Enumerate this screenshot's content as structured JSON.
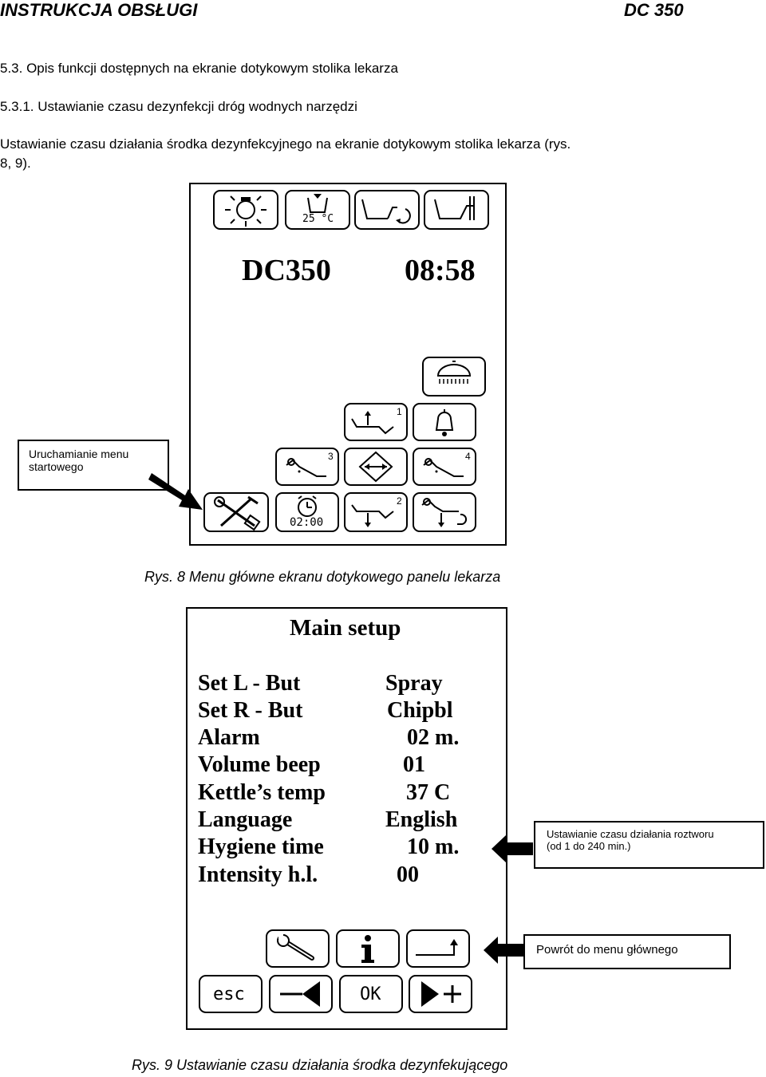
{
  "header": {
    "title": "INSTRUKCJA OBSŁUGI",
    "model": "DC 350"
  },
  "section": {
    "title": "5.3. Opis funkcji dostępnych na ekranie dotykowym stolika lekarza",
    "subtitle": "5.3.1. Ustawianie czasu dezynfekcji dróg wodnych narzędzi",
    "paragraph_line1": "Ustawianie czasu działania środka dezynfekcyjnego na ekranie dotykowym stolika lekarza (rys.",
    "paragraph_line2": "8, 9)."
  },
  "figure8": {
    "device_name": "DC350",
    "clock": "08:58",
    "kettle_temp": "25 °C",
    "timer": "02:00",
    "position_labels": [
      "1",
      "2",
      "3",
      "4"
    ],
    "callout_line1": "Uruchamianie menu",
    "callout_line2": "startowego",
    "caption": "Rys. 8  Menu główne ekranu dotykowego panelu lekarza",
    "icons": [
      "lamp-icon",
      "cup-heater-icon",
      "spittoon-rinse-icon",
      "chair-return-icon",
      "operating-light-icon",
      "chair-position-1-icon",
      "bell-icon",
      "chair-position-3-icon",
      "chair-move-icon",
      "chair-position-4-icon",
      "tools-setup-icon",
      "alarm-clock-icon",
      "chair-position-2-icon",
      "chair-down-icon"
    ]
  },
  "figure9": {
    "title": "Main setup",
    "rows": [
      {
        "label": "Set  L - But",
        "value": "Spray"
      },
      {
        "label": "Set  R - But",
        "value": "Chipbl"
      },
      {
        "label": "Alarm",
        "value": "02 m."
      },
      {
        "label": "Volume beep",
        "value": "01"
      },
      {
        "label": "Kettle’s temp",
        "value": "37 C"
      },
      {
        "label": "Language",
        "value": "English"
      },
      {
        "label": "Hygiene time",
        "value": "10 m."
      },
      {
        "label": "Intensity h.l.",
        "value": "00"
      }
    ],
    "buttons": {
      "esc": "esc",
      "ok": "OK"
    },
    "callout_hygiene_line1": "Ustawianie czasu działania roztworu",
    "callout_hygiene_line2": "(od 1 do 240 min.)",
    "callout_return": "Powrót do menu głównego",
    "caption": "Rys. 9  Ustawianie czasu działania środka dezynfekującego"
  }
}
